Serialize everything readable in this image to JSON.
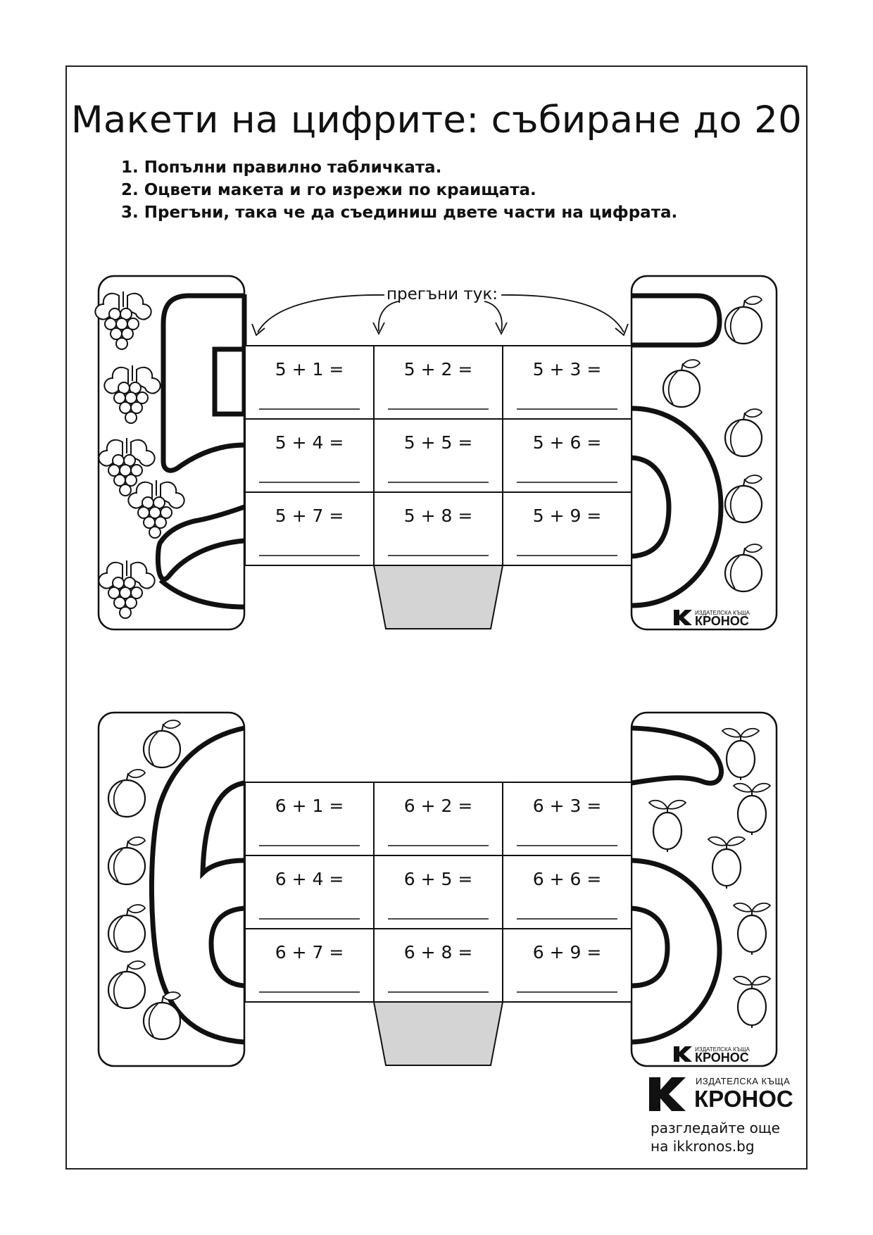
{
  "title": "Макети на цифрите: събиране до 20",
  "instructions": [
    "1. Попълни правилно табличката.",
    "2. Оцвети макета и го изрежи по краищата.",
    "3. Прегъни, така че да съединиш двете части на цифрата."
  ],
  "fold_label": "прегъни тук:",
  "models": [
    {
      "digit": "5",
      "left_fruit": "grapes-icon",
      "right_fruit": "peach-icon",
      "equations": [
        "5 + 1 =",
        "5 + 2 =",
        "5 + 3 =",
        "5 + 4 =",
        "5 + 5 =",
        "5 + 6 =",
        "5 + 7 =",
        "5 + 8 =",
        "5 + 9 ="
      ]
    },
    {
      "digit": "6",
      "left_fruit": "peach-icon",
      "right_fruit": "lemon-icon",
      "equations": [
        "6 + 1 =",
        "6 + 2 =",
        "6 + 3 =",
        "6 + 4 =",
        "6 + 5 =",
        "6 + 6 =",
        "6 + 7 =",
        "6 + 8 =",
        "6 + 9 ="
      ]
    }
  ],
  "brand": {
    "small_top": "ИЗДАТЕЛСКА КЪЩА",
    "name": "КРОНОС",
    "footer_line1": "разгледайте още",
    "footer_line2": "на ikkronos.bg"
  },
  "colors": {
    "ink": "#111111",
    "tab": "#d4d4d4"
  }
}
